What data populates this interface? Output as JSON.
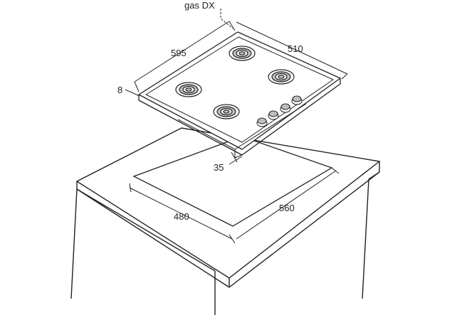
{
  "labels": {
    "gas": "gas DX",
    "hob_depth": "595",
    "hob_width": "510",
    "rim": "8",
    "height": "35",
    "cut_depth": "480",
    "cut_width": "560"
  },
  "colors": {
    "line": "#222222",
    "burner_fill": "#bfbfbf",
    "background": "#ffffff"
  },
  "burner_count": 4,
  "knob_count": 4
}
